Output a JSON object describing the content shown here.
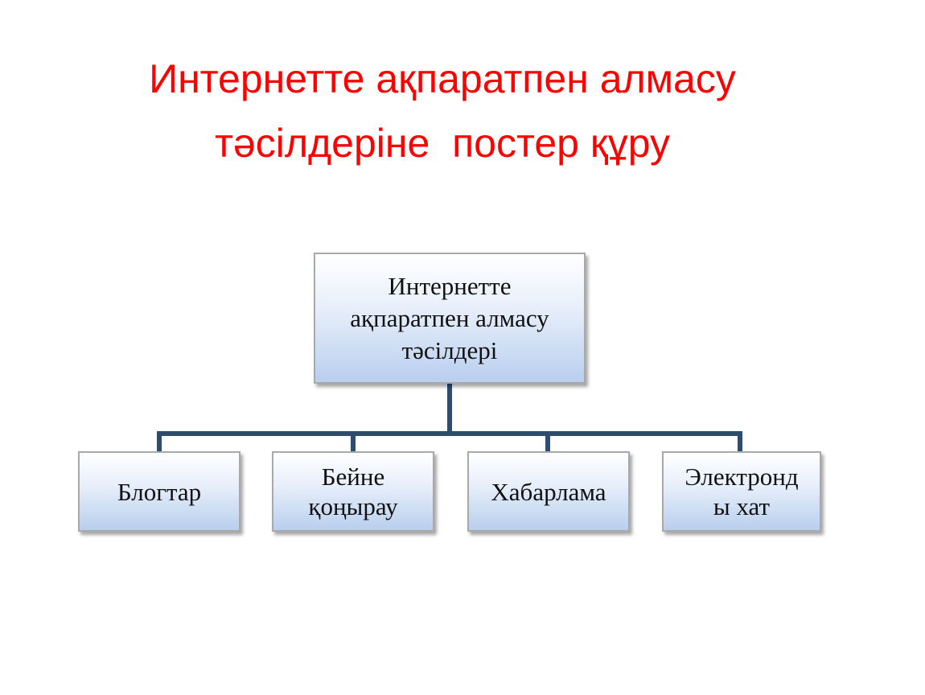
{
  "title": {
    "line1": "Интернетте ақпаратпен алмасу",
    "line2": "тәсілдеріне  постер құру"
  },
  "diagram": {
    "root": {
      "lines": [
        "Интернетте",
        "ақпаратпен алмасу",
        "тәсілдері"
      ]
    },
    "children": [
      {
        "lines": [
          "Блогтар"
        ]
      },
      {
        "lines": [
          "Бейне",
          "қоңырау"
        ]
      },
      {
        "lines": [
          "Хабарлама"
        ]
      },
      {
        "lines": [
          "Электронд",
          "ы хат"
        ]
      }
    ],
    "colors": {
      "title": "#ff0000",
      "connector": "#2d4d6e",
      "box_border": "#a9a9a9",
      "box_fill_bottom": "#b9cfee"
    }
  }
}
